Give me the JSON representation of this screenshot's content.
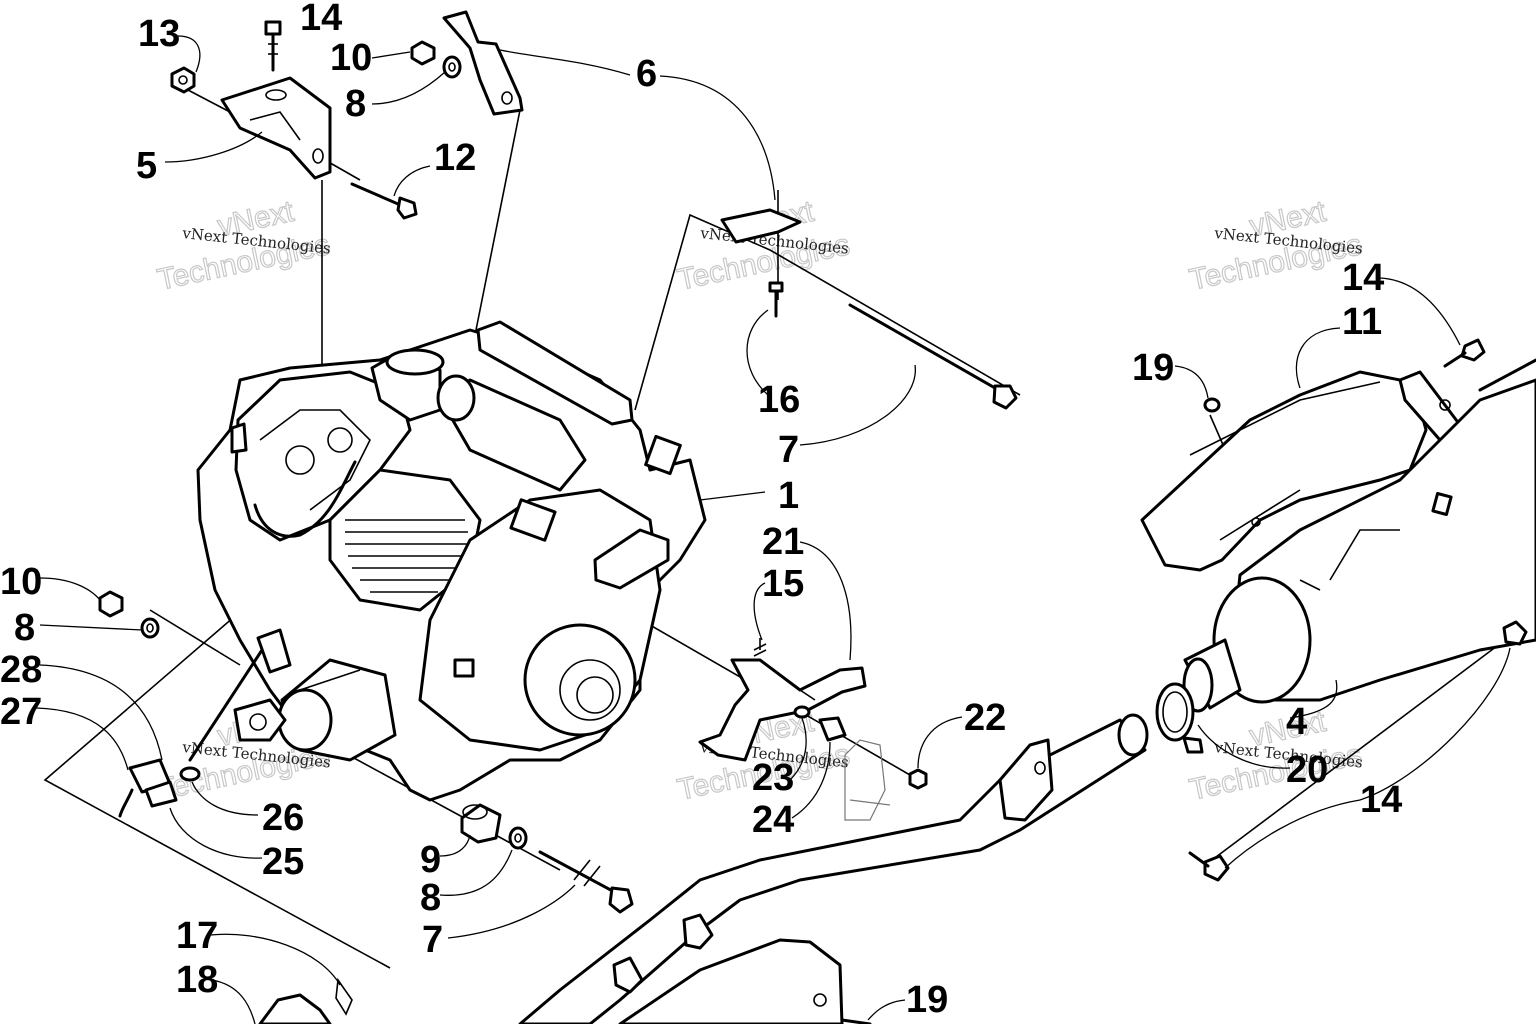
{
  "watermark": {
    "line_small": "vNext Technologies",
    "line_big_1": "vNext",
    "line_big_2": "Technologies"
  },
  "callouts": {
    "c1": "1",
    "c4": "4",
    "c5": "5",
    "c6": "6",
    "c7a": "7",
    "c7b": "7",
    "c8a": "8",
    "c8b": "8",
    "c8c": "8",
    "c9": "9",
    "c10a": "10",
    "c10b": "10",
    "c11": "11",
    "c12": "12",
    "c13": "13",
    "c14a": "14",
    "c14b": "14",
    "c14c": "14",
    "c15": "15",
    "c16": "16",
    "c17": "17",
    "c18": "18",
    "c19a": "19",
    "c19b": "19",
    "c20": "20",
    "c21": "21",
    "c22": "22",
    "c23": "23",
    "c24": "24",
    "c25": "25",
    "c26": "26",
    "c27": "27",
    "c28": "28"
  }
}
